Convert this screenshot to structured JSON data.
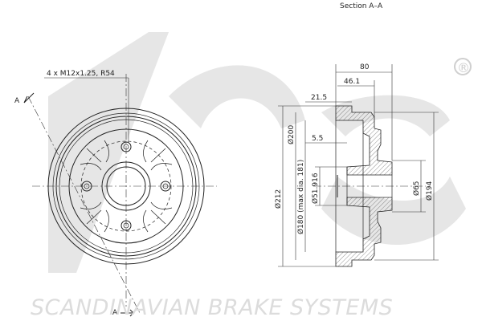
{
  "drawing": {
    "section_label": "Section A–A",
    "bolt_spec": "4 x M12x1.25, R54",
    "cut_marker_top": "A",
    "cut_marker_bottom": "A",
    "watermark_brand": "SCANDINAVIAN BRAKE SYSTEMS",
    "registered_mark": "®"
  },
  "dimensions": {
    "width_overall": "80",
    "width_46": "46.1",
    "width_21": "21.5",
    "width_5": "5.5",
    "dia_212": "Ø212",
    "dia_200": "Ø200",
    "dia_180": "Ø180 (max dia. 181)",
    "dia_51": "Ø51.916",
    "dia_65": "Ø65",
    "dia_194": "Ø194"
  }
}
